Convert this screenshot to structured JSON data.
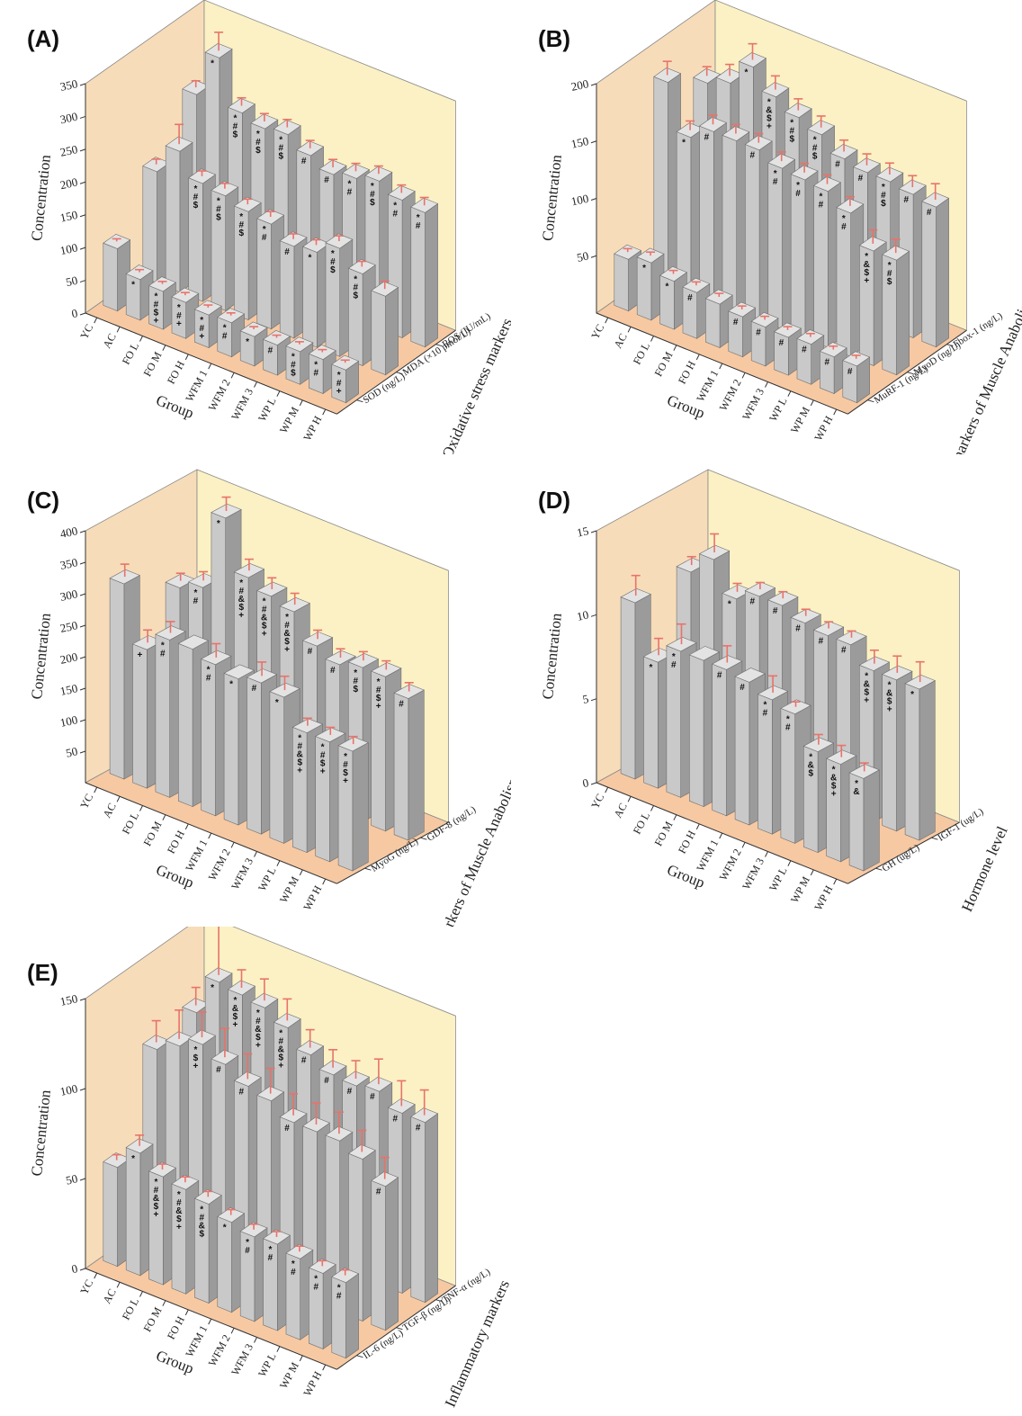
{
  "chart_data": [
    {
      "panel": "(A)",
      "type": "bar",
      "ylabel": "Concentration",
      "xlabel": "Group",
      "zlabel": "Oxidative stress markers",
      "ylim": [
        0,
        350
      ],
      "yticks": [
        0,
        50,
        100,
        150,
        200,
        250,
        300,
        350
      ],
      "categories": [
        "YC",
        "AC",
        "FO L",
        "FO M",
        "FO H",
        "WFM 1",
        "WFM 2",
        "WFM 3",
        "WP L",
        "WP M",
        "WP H"
      ],
      "series": [
        {
          "name": "SOD (ng/L)",
          "values": [
            95,
            62,
            58,
            55,
            50,
            52,
            45,
            46,
            50,
            52,
            50
          ],
          "errors": [
            4,
            4,
            4,
            4,
            4,
            4,
            4,
            4,
            4,
            4,
            4
          ],
          "sig": [
            "",
            "*",
            "*\n#\n$\n+",
            "*\n#\n+",
            "*\n#\n+",
            "*\n#",
            "*",
            "#",
            "*\n#\n$",
            "*\n#",
            "*\n#\n+"
          ]
        },
        {
          "name": "MDA (×10 pmol/L)",
          "values": [
            170,
            215,
            180,
            175,
            165,
            160,
            140,
            145,
            165,
            140,
            120
          ],
          "errors": [
            8,
            30,
            8,
            8,
            8,
            8,
            8,
            8,
            8,
            8,
            12
          ],
          "sig": [
            "",
            "",
            "*\n#\n$",
            "*\n#\n$",
            "*\n#\n$",
            "*\n#",
            "#",
            "*",
            "*\n#\n$",
            "*\n#\n$",
            ""
          ]
        },
        {
          "name": "ROS (IU/mL)",
          "values": [
            245,
            315,
            245,
            235,
            240,
            222,
            207,
            215,
            225,
            210,
            205
          ],
          "errors": [
            10,
            28,
            12,
            12,
            12,
            12,
            12,
            12,
            12,
            12,
            12
          ],
          "sig": [
            "",
            "*",
            "*\n#\n$",
            "*\n#\n$",
            "*\n#\n$",
            "#",
            "#",
            "*\n#",
            "*\n#\n$",
            "*\n#",
            "*\n#"
          ]
        }
      ]
    },
    {
      "panel": "(B)",
      "type": "bar",
      "ylabel": "Concentration",
      "xlabel": "Group",
      "zlabel": "Biomarkers of Muscle Anabolism",
      "ylim": [
        0,
        200
      ],
      "yticks": [
        50,
        100,
        150,
        200
      ],
      "categories": [
        "YC",
        "AC",
        "FO L",
        "FO M",
        "FO H",
        "WFM 1",
        "WFM 2",
        "WFM 3",
        "WP L",
        "WP M",
        "WP H"
      ],
      "series": [
        {
          "name": "MuRF-1 (ng/L)",
          "values": [
            45,
            50,
            42,
            40,
            38,
            35,
            34,
            33,
            35,
            32,
            32
          ],
          "errors": [
            3,
            3,
            3,
            3,
            3,
            3,
            3,
            3,
            3,
            3,
            3
          ],
          "sig": [
            "",
            "*",
            "*",
            "#",
            "",
            "#",
            "#",
            "#",
            "#",
            "#",
            "#"
          ]
        },
        {
          "name": "MyoD (ng/L)",
          "values": [
            175,
            135,
            148,
            148,
            148,
            140,
            138,
            136,
            125,
            100,
            100
          ],
          "errors": [
            12,
            8,
            8,
            8,
            8,
            8,
            8,
            8,
            8,
            12,
            12
          ],
          "sig": [
            "",
            "*",
            "#",
            "",
            "#",
            "*\n#",
            "*\n#",
            "*\n#",
            "*\n#",
            "*\n&\n$\n+",
            "*\n#\n$"
          ]
        },
        {
          "name": "Fbox-1 (ng/L)",
          "values": [
            150,
            158,
            180,
            162,
            152,
            145,
            132,
            128,
            128,
            125,
            122
          ],
          "errors": [
            8,
            10,
            14,
            12,
            10,
            10,
            10,
            10,
            10,
            10,
            14
          ],
          "sig": [
            "",
            "",
            "*",
            "*\n&\n$\n+",
            "*\n#\n$",
            "*\n#\n$",
            "#",
            "#",
            "*\n#\n$",
            "#",
            "#"
          ]
        }
      ]
    },
    {
      "panel": "(C)",
      "type": "bar",
      "ylabel": "Concentration",
      "xlabel": "Group",
      "zlabel": "Biomarkers of Muscle Anabolism",
      "ylim": [
        0,
        400
      ],
      "yticks": [
        50,
        100,
        150,
        200,
        250,
        300,
        350,
        400
      ],
      "categories": [
        "YC",
        "AC",
        "FO L",
        "FO M",
        "FO H",
        "WFM 1",
        "WFM 2",
        "WFM 3",
        "WP L",
        "WP M",
        "WP H"
      ],
      "series": [
        {
          "name": "MyoG (ng/L)",
          "values": [
            310,
            220,
            250,
            250,
            240,
            232,
            240,
            232,
            190,
            190,
            190
          ],
          "errors": [
            20,
            20,
            18,
            0,
            22,
            0,
            22,
            22,
            12,
            12,
            12
          ],
          "sig": [
            "",
            "+",
            "*\n#",
            "",
            "*\n#",
            "*",
            "#",
            "*",
            "*\n#\n&\n$\n+",
            "*\n#\n$\n+",
            "*\n#\n$\n+"
          ]
        },
        {
          "name": "GDF-8 (ng/L)",
          "values": [
            255,
            270,
            395,
            315,
            300,
            290,
            250,
            235,
            245,
            245,
            225
          ],
          "errors": [
            12,
            14,
            22,
            18,
            18,
            18,
            14,
            14,
            14,
            14,
            14
          ],
          "sig": [
            "",
            "*\n#",
            "*",
            "*\n#\n&\n$\n+",
            "*\n#\n&\n$\n+",
            "*\n#\n&\n$\n+",
            "#",
            "#",
            "*\n#\n$",
            "*\n#\n$\n+",
            "#"
          ]
        }
      ]
    },
    {
      "panel": "(D)",
      "type": "bar",
      "ylabel": "Concentration",
      "xlabel": "Group",
      "zlabel": "Hormone level",
      "ylim": [
        0,
        15
      ],
      "yticks": [
        0,
        5,
        10,
        15
      ],
      "categories": [
        "YC",
        "AC",
        "FO L",
        "FO M",
        "FO H",
        "WFM 1",
        "WFM 2",
        "WFM 3",
        "WP L",
        "WP M",
        "WP H"
      ],
      "series": [
        {
          "name": "GH (ug/L)",
          "values": [
            10.5,
            7.5,
            8.7,
            8.7,
            8.7,
            8.5,
            8.0,
            7.7,
            6.0,
            5.8,
            5.5
          ],
          "errors": [
            1.2,
            1.0,
            1.2,
            0,
            1.0,
            0,
            1.0,
            0.3,
            0.6,
            0.7,
            0.5
          ],
          "sig": [
            "",
            "*",
            "*\n#",
            "",
            "#",
            "#",
            "*\n#",
            "*\n#",
            "*\n&\n$",
            "*\n&\n$\n+",
            "*\n&"
          ]
        },
        {
          "name": "IGF-1 (ug/L)",
          "values": [
            10.5,
            11.8,
            10.0,
            10.7,
            10.7,
            10.2,
            10.0,
            10.0,
            9.0,
            9.0,
            9.0
          ],
          "errors": [
            0.5,
            1.1,
            0.5,
            0.4,
            0.4,
            0.4,
            0.4,
            0.4,
            0.8,
            1.0,
            1.2
          ],
          "sig": [
            "",
            "",
            "*",
            "#",
            "#",
            "#",
            "#",
            "#",
            "*\n&\n$\n+",
            "*\n&\n$\n+",
            "*"
          ]
        }
      ]
    },
    {
      "panel": "(E)",
      "type": "bar",
      "ylabel": "Concentration",
      "xlabel": "Group",
      "zlabel": "Inflammatory markers",
      "ylim": [
        0,
        150
      ],
      "yticks": [
        0,
        50,
        100,
        150
      ],
      "categories": [
        "YC",
        "AC",
        "FO L",
        "FO M",
        "FO H",
        "WFM 1",
        "WFM 2",
        "WFM 3",
        "WP L",
        "WP M",
        "WP H"
      ],
      "series": [
        {
          "name": "IL-6 (ng/L)",
          "values": [
            55,
            68,
            60,
            58,
            55,
            50,
            47,
            48,
            45,
            42,
            42
          ],
          "errors": [
            3,
            6,
            3,
            3,
            3,
            3,
            3,
            3,
            3,
            3,
            3
          ],
          "sig": [
            "",
            "*",
            "*\n#\n&\n$\n+",
            "*\n#\n&\n$\n+",
            "*\n#\n&\n$",
            "*",
            "*\n#",
            "*\n#",
            "*\n#",
            "*\n#",
            "*\n#"
          ]
        },
        {
          "name": "TGF-β (ng/L)",
          "values": [
            105,
            112,
            118,
            112,
            105,
            102,
            95,
            95,
            95,
            90,
            80
          ],
          "errors": [
            12,
            16,
            14,
            16,
            14,
            14,
            12,
            12,
            12,
            12,
            12
          ],
          "sig": [
            "",
            "",
            "*\n$\n+",
            "#",
            "#",
            "",
            "#",
            "",
            "",
            "",
            "#"
          ]
        },
        {
          "name": "TNF-α (ng/L)",
          "values": [
            110,
            132,
            130,
            128,
            122,
            112,
            106,
            105,
            107,
            100,
            100
          ],
          "errors": [
            10,
            30,
            10,
            12,
            12,
            10,
            10,
            10,
            14,
            14,
            14
          ],
          "sig": [
            "",
            "*",
            "*\n&\n$\n+",
            "*\n#\n&\n$\n+",
            "*\n#\n&\n$\n+",
            "#",
            "#",
            "#",
            "#",
            "#",
            "#"
          ]
        }
      ]
    }
  ]
}
